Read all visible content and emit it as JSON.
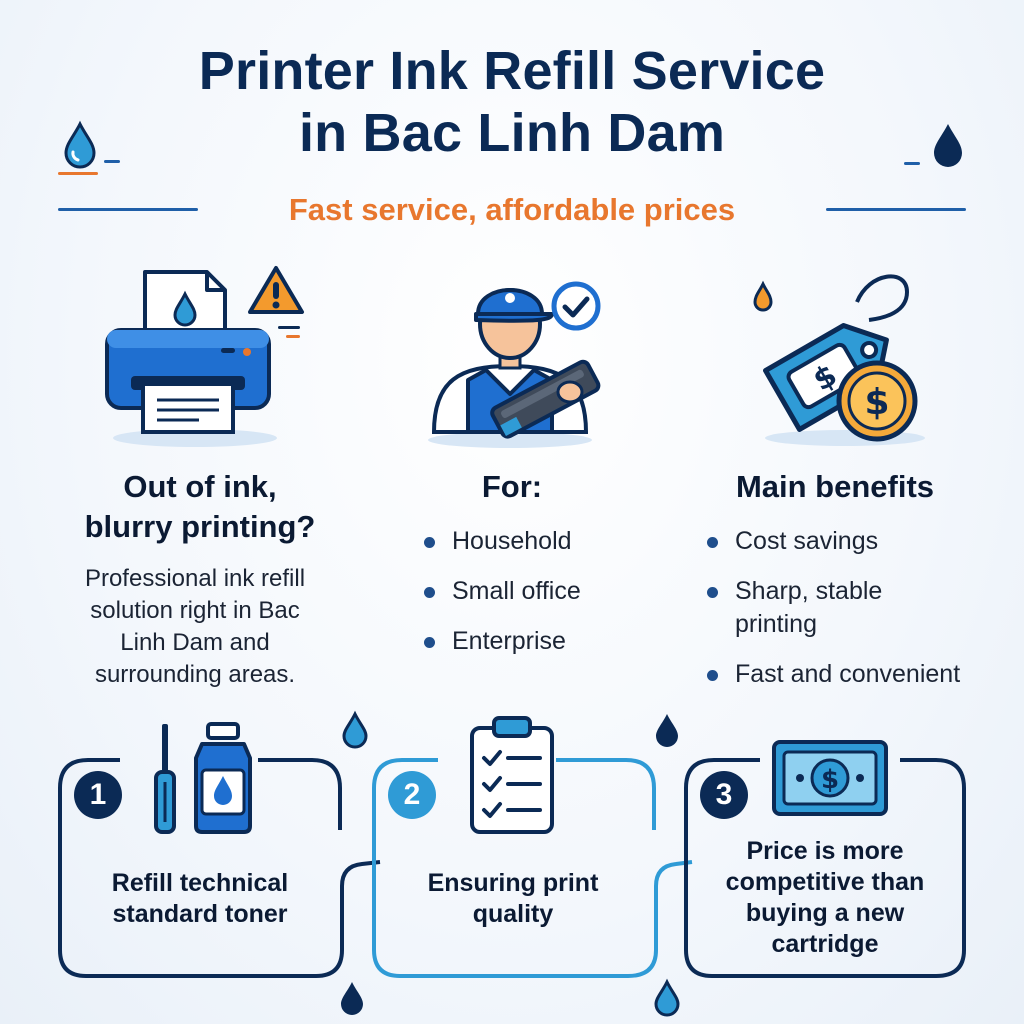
{
  "header": {
    "title_line1": "Printer Ink Refill Service",
    "title_line2": "in Bac Linh Dam",
    "subtitle": "Fast service, affordable prices"
  },
  "columns": {
    "problem": {
      "heading_line1": "Out of ink,",
      "heading_line2": "blurry printing?",
      "text_lines": [
        "Professional ink refill",
        "solution right in Bac",
        "Linh Dam and",
        "surrounding areas."
      ]
    },
    "for": {
      "heading": "For:",
      "items": [
        "Household",
        "Small office",
        "Enterprise"
      ]
    },
    "benefits": {
      "heading": "Main benefits",
      "items": [
        "Cost savings",
        "Sharp, stable printing",
        "Fast and convenient"
      ]
    }
  },
  "cards": [
    {
      "number": "1",
      "line1": "Refill technical",
      "line2": "standard toner"
    },
    {
      "number": "2",
      "line1": "Ensuring print",
      "line2": "quality"
    },
    {
      "number": "3",
      "line1": "Price is more",
      "line2": "competitive than",
      "line3": "buying a new",
      "line4": "cartridge"
    }
  ],
  "colors": {
    "title": "#0b2a55",
    "accent_orange": "#e8772e",
    "primary_blue": "#1f5fa8",
    "light_blue": "#2f9bd6",
    "navy": "#0b2a55"
  },
  "icons": {
    "printer": "printer-icon",
    "warning": "warning-icon",
    "technician": "technician-icon",
    "check": "check-icon",
    "price_tag": "price-tag-icon",
    "coin": "dollar-coin-icon",
    "tools": "screwdriver-icon",
    "ink_bottle": "ink-bottle-icon",
    "clipboard": "checklist-icon",
    "banknote": "banknote-icon",
    "drop": "ink-drop-icon"
  }
}
